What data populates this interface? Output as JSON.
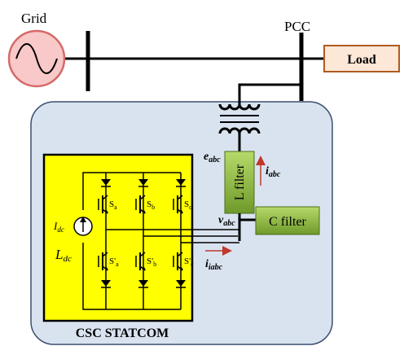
{
  "labels": {
    "grid": "Grid",
    "pcc": "PCC",
    "load": "Load",
    "e_abc": "e",
    "e_abc_sub": "abc",
    "i_abc": "i",
    "i_abc_sub": "abc",
    "v_abc": "v",
    "v_abc_sub": "abc",
    "i_iabc": "i",
    "i_iabc_sub": "iabc",
    "l_filter": "L filter",
    "c_filter": "C filter",
    "idc": "I",
    "idc_sub": "dc",
    "ldc": "L",
    "ldc_sub": "dc",
    "statcom_title": "CSC STATCOM",
    "sw_a": "S",
    "sw_a_sub": "a",
    "sw_b": "S",
    "sw_b_sub": "b",
    "sw_c": "S",
    "sw_c_sub": "c",
    "sw_a2": "S'",
    "sw_a2_sub": "a",
    "sw_b2": "S'",
    "sw_b2_sub": "b",
    "sw_c2": "S'",
    "sw_c2_sub": "c"
  },
  "colors": {
    "panel_fill": "#d9e3f0",
    "panel_stroke": "#3a4f6e",
    "inverter_fill": "#ffff00",
    "filter_fill": "#8dbb3d",
    "load_fill": "#fde7d6",
    "load_stroke": "#b05a1f",
    "source_fill": "#f9c8c8",
    "source_stroke": "#d46a6a",
    "arrow_red": "#c0392b"
  }
}
